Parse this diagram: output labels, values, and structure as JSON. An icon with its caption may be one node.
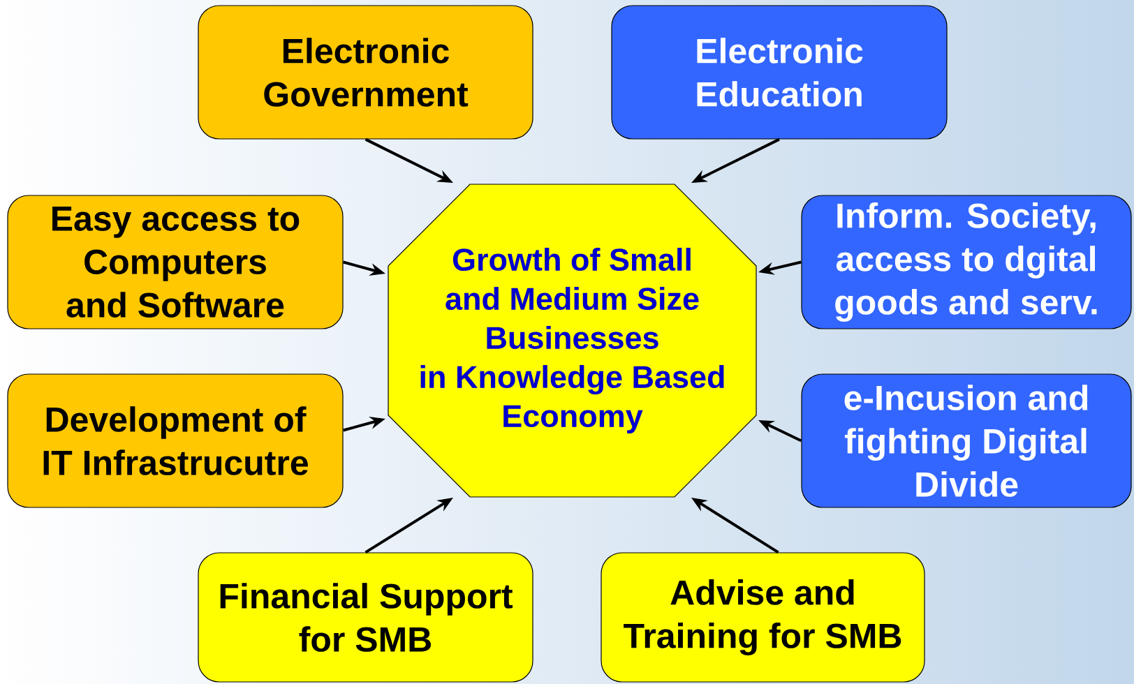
{
  "diagram": {
    "nodes": [
      {
        "text": [
          "Electronic Government"
        ]
      },
      {
        "text": [
          "Electronic Education"
        ]
      },
      {
        "text": [
          "Easy access to Computers and Software"
        ]
      },
      {
        "text": [
          "Growth of Small and Medium Size Businesses in Knowledge Based Economy"
        ]
      },
      {
        "text": [
          "Inform. Society, access to dgital goods and serv."
        ]
      },
      {
        "text": [
          "Development of IT Infrastrucutre"
        ]
      },
      {
        "text": [
          "e-Incusion and fighting Digital Divide"
        ]
      },
      {
        "text": [
          "Financial Support for SMB"
        ]
      },
      {
        "text": [
          "Advise and Training for SMB"
        ]
      }
    ],
    "edges": [
      {
        "from": 0,
        "to": 3,
        "arrow": "to"
      },
      {
        "from": 1,
        "to": 3,
        "arrow": "to"
      },
      {
        "from": 2,
        "to": 3,
        "arrow": "to"
      },
      {
        "from": 4,
        "to": 3,
        "arrow": "to"
      },
      {
        "from": 5,
        "to": 3,
        "arrow": "to"
      },
      {
        "from": 6,
        "to": 3,
        "arrow": "to"
      },
      {
        "from": 7,
        "to": 3,
        "arrow": "to"
      },
      {
        "from": 8,
        "to": 3,
        "arrow": "to"
      }
    ]
  }
}
